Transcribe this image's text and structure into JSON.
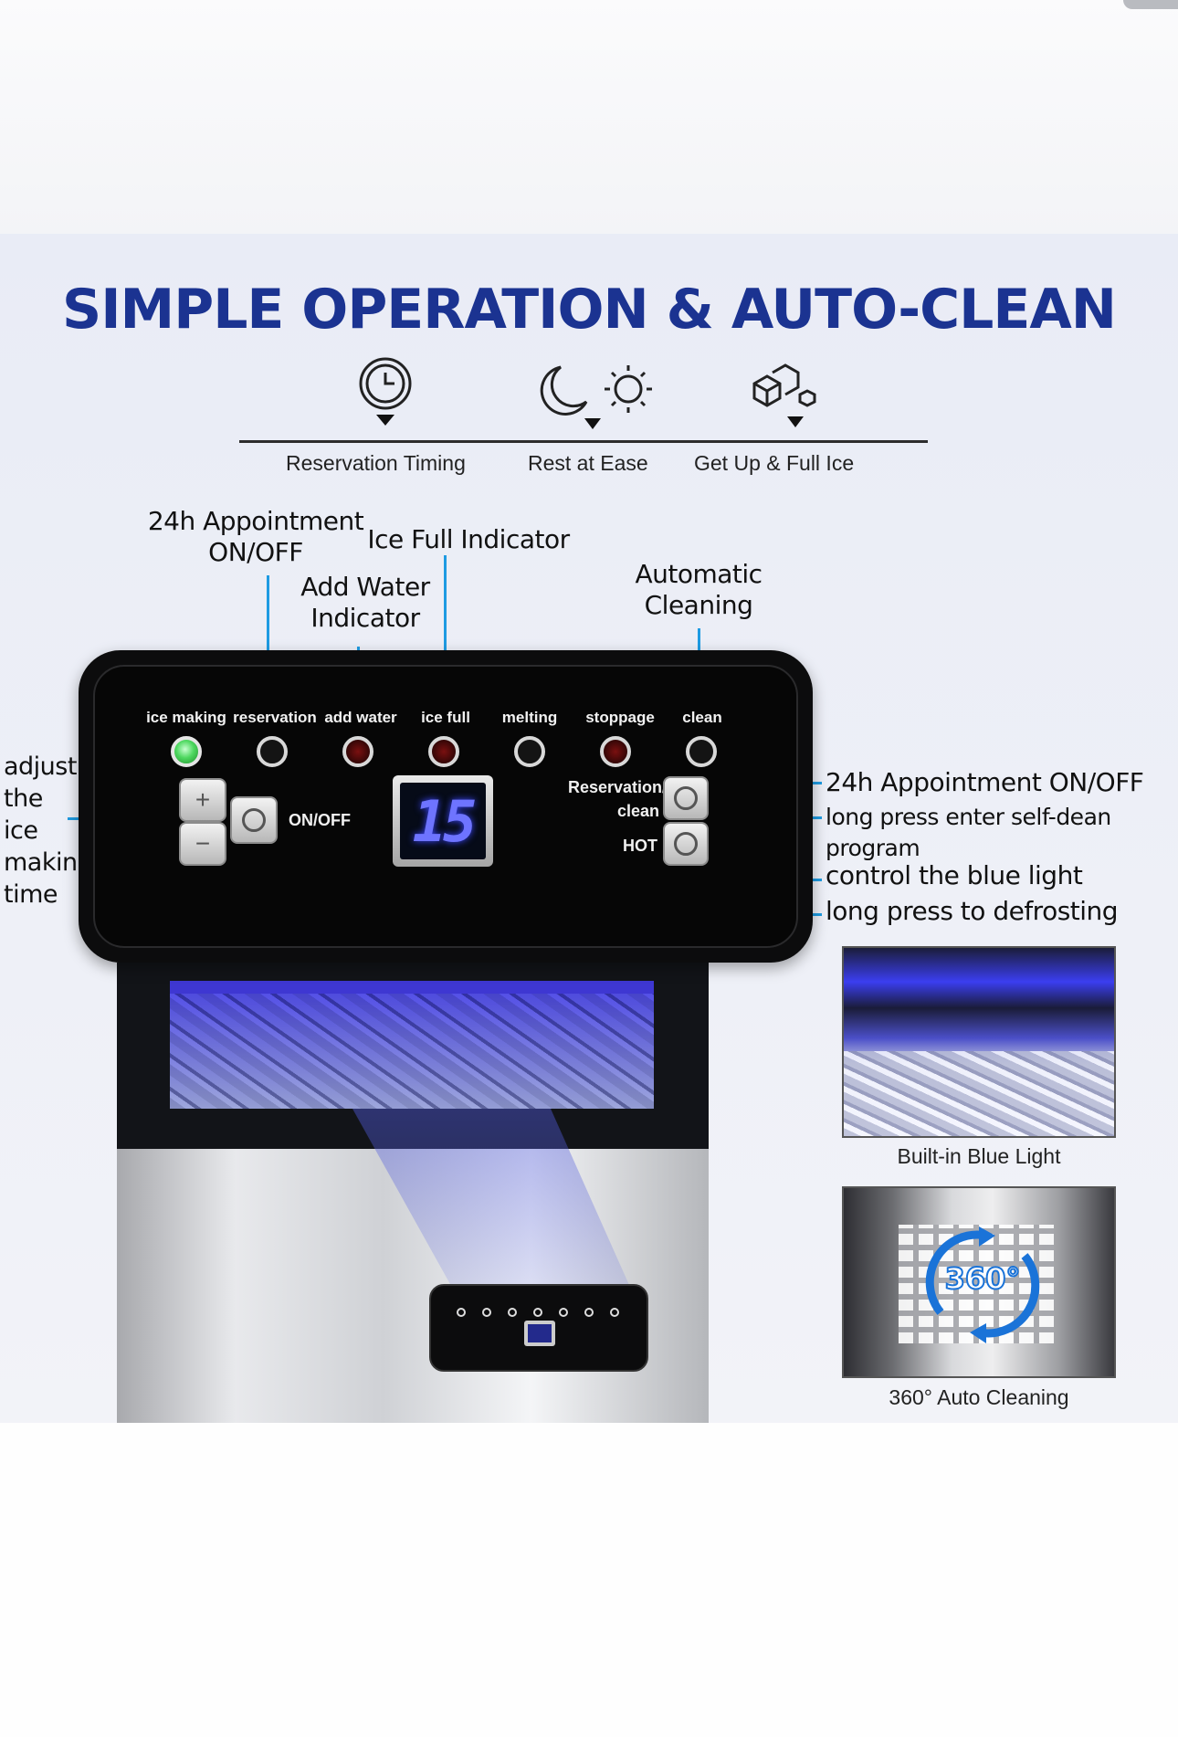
{
  "poster": {
    "title": "SIMPLE OPERATION & AUTO-CLEAN",
    "timeline": [
      {
        "label": "Reservation Timing",
        "icon": "clock-icon"
      },
      {
        "label": "Rest at Ease",
        "icon": "moon-sun-icon"
      },
      {
        "label": "Get Up & Full Ice",
        "icon": "ice-cubes-icon"
      }
    ],
    "callouts": {
      "appointment_top": "24h Appointment\nON/OFF",
      "ice_full": "Ice Full Indicator",
      "add_water": "Add Water\nIndicator",
      "auto_clean": "Automatic\nCleaning",
      "adjust_time": "adjust\nthe\nice\nmaking\ntime",
      "appointment_right_1": "24h Appointment ON/OFF",
      "appointment_right_2": "long press enter self-dean program",
      "blue_light_1": "control the blue light",
      "blue_light_2": "long press to defrosting"
    },
    "panel": {
      "indicators": [
        {
          "label": "ice making",
          "state": "green"
        },
        {
          "label": "reservation",
          "state": "dark"
        },
        {
          "label": "add water",
          "state": "red"
        },
        {
          "label": "ice full",
          "state": "red"
        },
        {
          "label": "melting",
          "state": "dark"
        },
        {
          "label": "stoppage",
          "state": "red"
        },
        {
          "label": "clean",
          "state": "dark"
        }
      ],
      "plus_label": "+",
      "minus_label": "−",
      "onoff_label": "ON/OFF",
      "display_value": "15",
      "reservation_clean_label_1": "Reservation/",
      "reservation_clean_label_2": "clean",
      "hot_label": "HOT"
    },
    "photos": [
      {
        "caption": "Built-in Blue Light"
      },
      {
        "caption": "360° Auto Cleaning",
        "badge": "360°"
      }
    ],
    "colors": {
      "title": "#1b3391",
      "accent": "#1e9be2",
      "panel": "#0c0c0d"
    }
  }
}
